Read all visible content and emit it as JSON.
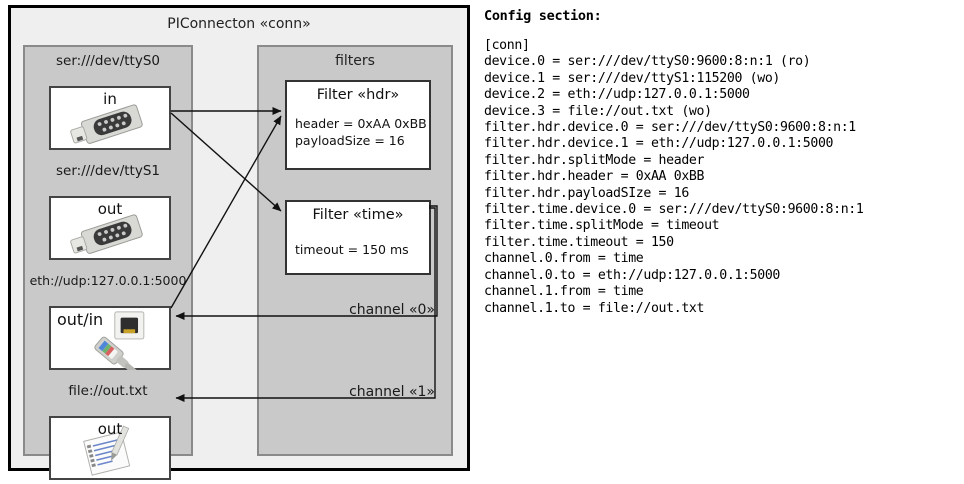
{
  "diagram": {
    "title": "PIConnecton «conn»",
    "devices_panel": {
      "name": "devices",
      "items": [
        {
          "label": "ser:///dev/ttyS0",
          "io": "in",
          "icon": "serial-port-icon"
        },
        {
          "label": "ser:///dev/ttyS1",
          "io": "out",
          "icon": "serial-port-icon"
        },
        {
          "label": "eth://udp:127.0.0.1:5000",
          "io": "out/in",
          "icon": "ethernet-plug-icon"
        },
        {
          "label": "file://out.txt",
          "io": "out",
          "icon": "text-file-icon"
        }
      ]
    },
    "filters_panel": {
      "title": "filters",
      "items": [
        {
          "title": "Filter «hdr»",
          "props": [
            "header = 0xAA 0xBB",
            "payloadSize = 16"
          ]
        },
        {
          "title": "Filter «time»",
          "props": [
            "timeout = 150 ms"
          ]
        }
      ]
    },
    "channels": [
      {
        "label": "channel «0»"
      },
      {
        "label": "channel «1»"
      }
    ]
  },
  "config": {
    "heading": "Config section:",
    "lines": [
      "[conn]",
      "device.0 = ser:///dev/ttyS0:9600:8:n:1 (ro)",
      "device.1 = ser:///dev/ttyS1:115200 (wo)",
      "device.2 = eth://udp:127.0.0.1:5000",
      "device.3 = file://out.txt (wo)",
      "filter.hdr.device.0 = ser:///dev/ttyS0:9600:8:n:1",
      "filter.hdr.device.1 = eth://udp:127.0.0.1:5000",
      "filter.hdr.splitMode = header",
      "filter.hdr.header = 0xAA 0xBB",
      "filter.hdr.payloadSIze = 16",
      "filter.time.device.0 = ser:///dev/ttyS0:9600:8:n:1",
      "filter.time.splitMode = timeout",
      "filter.time.timeout = 150",
      "channel.0.from = time",
      "channel.0.to = eth://udp:127.0.0.1:5000",
      "channel.1.from = time",
      "channel.1.to = file://out.txt"
    ]
  },
  "colors": {
    "panel_fill": "#c9c9c9",
    "frame_fill": "#efefef",
    "frame_border": "#000000",
    "card_fill": "#ffffff"
  }
}
